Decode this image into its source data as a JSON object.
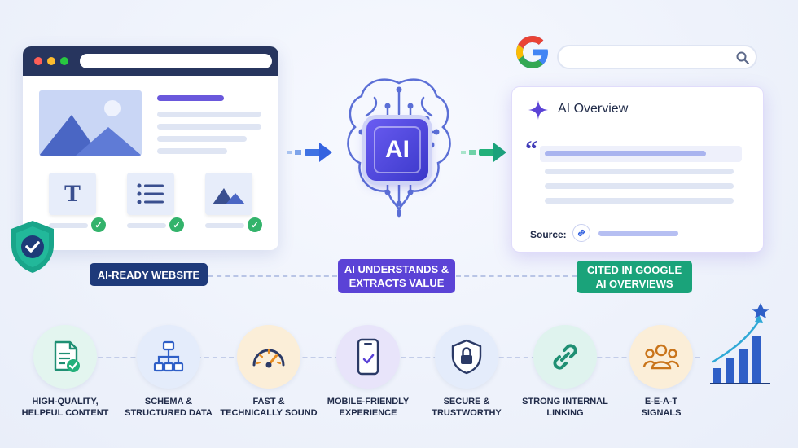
{
  "labels": {
    "website": "AI-READY WEBSITE",
    "understands_line1": "AI UNDERSTANDS &",
    "understands_line2": "EXTRACTS VALUE",
    "cited_line1": "CITED IN GOOGLE",
    "cited_line2": "AI OVERVIEWS"
  },
  "chip": {
    "text": "AI"
  },
  "search": {
    "overview_title": "AI Overview",
    "source_label": "Source:"
  },
  "features": [
    {
      "line1": "HIGH-QUALITY,",
      "line2": "HELPFUL CONTENT",
      "icon": "document-check-icon"
    },
    {
      "line1": "SCHEMA &",
      "line2": "STRUCTURED DATA",
      "icon": "sitemap-icon"
    },
    {
      "line1": "FAST &",
      "line2": "TECHNICALLY SOUND",
      "icon": "speedometer-icon"
    },
    {
      "line1": "MOBILE-FRIENDLY",
      "line2": "EXPERIENCE",
      "icon": "smartphone-icon"
    },
    {
      "line1": "SECURE &",
      "line2": "TRUSTWORTHY",
      "icon": "shield-lock-icon"
    },
    {
      "line1": "STRONG INTERNAL",
      "line2": "LINKING",
      "icon": "link-icon"
    },
    {
      "line1": "E-E-A-T",
      "line2": "SIGNALS",
      "icon": "people-icon"
    }
  ],
  "colors": {
    "navy": "#1e3a7a",
    "purple": "#5b43d6",
    "green": "#1aa37a",
    "check_green": "#33b36b",
    "blue_accent": "#3563e0"
  }
}
